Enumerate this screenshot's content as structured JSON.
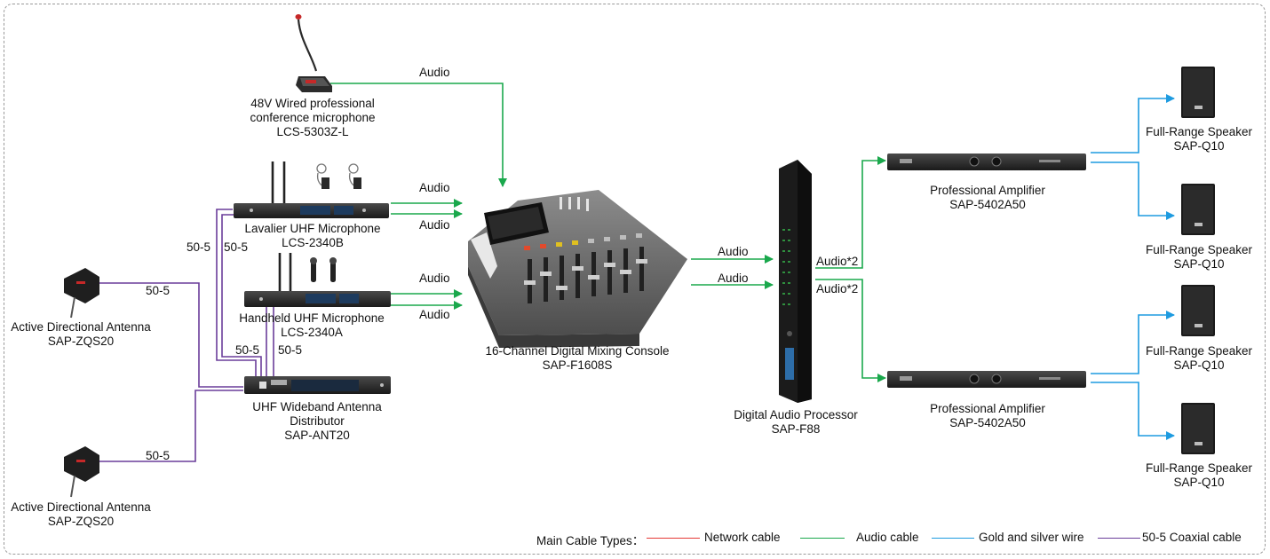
{
  "devices": {
    "conference_mic": {
      "lines": [
        "48V Wired professional",
        "conference microphone",
        "LCS-5303Z-L"
      ]
    },
    "lavalier": {
      "lines": [
        "Lavalier UHF Microphone",
        "LCS-2340B"
      ]
    },
    "handheld": {
      "lines": [
        "Handheld UHF Microphone",
        "LCS-2340A"
      ]
    },
    "distributor": {
      "lines": [
        "UHF Wideband Antenna",
        "Distributor",
        "SAP-ANT20"
      ]
    },
    "antenna_top": {
      "lines": [
        "Active Directional Antenna",
        "SAP-ZQS20"
      ]
    },
    "antenna_bottom": {
      "lines": [
        "Active Directional Antenna",
        "SAP-ZQS20"
      ]
    },
    "mixer": {
      "lines": [
        "16-Channel Digital Mixing Console",
        "SAP-F1608S"
      ]
    },
    "processor": {
      "lines": [
        "Digital Audio Processor",
        "SAP-F88"
      ]
    },
    "amp_top": {
      "lines": [
        "Professional Amplifier",
        "SAP-5402A50"
      ]
    },
    "amp_bottom": {
      "lines": [
        "Professional Amplifier",
        "SAP-5402A50"
      ]
    },
    "speaker_1": {
      "lines": [
        "Full-Range Speaker",
        "SAP-Q10"
      ]
    },
    "speaker_2": {
      "lines": [
        "Full-Range Speaker",
        "SAP-Q10"
      ]
    },
    "speaker_3": {
      "lines": [
        "Full-Range Speaker",
        "SAP-Q10"
      ]
    },
    "speaker_4": {
      "lines": [
        "Full-Range Speaker",
        "SAP-Q10"
      ]
    }
  },
  "signals": {
    "audio": "Audio",
    "audio_x2": "Audio*2",
    "coax": "50-5"
  },
  "legend": {
    "title": "Main Cable Types：",
    "items": [
      {
        "label": "Network cable",
        "color": "#e53935"
      },
      {
        "label": "Audio cable",
        "color": "#1aa84c"
      },
      {
        "label": "Gold and silver wire",
        "color": "#1e9be0"
      },
      {
        "label": "50-5 Coaxial cable",
        "color": "#6a3d9a"
      }
    ]
  },
  "colors": {
    "audio": "#1aa84c",
    "speaker_wire": "#1e9be0",
    "coax": "#6a3d9a",
    "network": "#e53935"
  }
}
